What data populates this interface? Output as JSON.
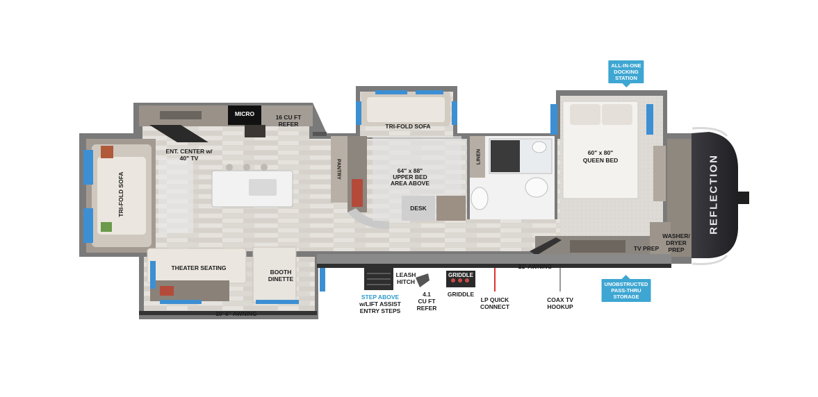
{
  "floorplan": {
    "brand": "REFLECTION",
    "labels": {
      "micro": "MICRO",
      "refer16_l1": "16 CU FT",
      "refer16_l2": "REFER",
      "ent_l1": "ENT. CENTER w/",
      "ent_l2": "40\" TV",
      "trifold_left": "TRI-FOLD SOFA",
      "pantry": "PANTRY",
      "trifold_top": "TRI-FOLD SOFA",
      "upper_l1": "64\" x 88\"",
      "upper_l2": "UPPER BED",
      "upper_l3": "AREA ABOVE",
      "desk": "DESK",
      "linen": "LINEN",
      "queen_l1": "60\" x 80\"",
      "queen_l2": "QUEEN BED",
      "tvprep": "TV PREP",
      "washer_l1": "WASHER/",
      "washer_l2": "DRYER",
      "washer_l3": "PREP",
      "theater": "THEATER SEATING",
      "booth_l1": "BOOTH",
      "booth_l2": "DINETTE",
      "awning_bottom": "10' 6\" AWNING",
      "awning_main": "21' AWNING",
      "leash_l1": "LEASH",
      "leash_l2": "HITCH",
      "step_l1": "STEP ABOVE",
      "step_l2": "w/LIFT ASSIST",
      "step_l3": "ENTRY STEPS",
      "refer41_l1": "4.1",
      "refer41_l2": "CU FT",
      "refer41_l3": "REFER",
      "griddle": "GRIDDLE",
      "griddle_panel": "GRIDDLE",
      "lp_l1": "LP QUICK",
      "lp_l2": "CONNECT",
      "coax_l1": "COAX TV",
      "coax_l2": "HOOKUP"
    },
    "callouts": {
      "docking_l1": "ALL-IN-ONE",
      "docking_l2": "DOCKING",
      "docking_l3": "STATION",
      "storage_l1": "UNOBSTRUCTED",
      "storage_l2": "PASS-THRU",
      "storage_l3": "STORAGE"
    },
    "colors": {
      "wall": "#7b7b7b",
      "floor": "#e4e1dc",
      "cabinet": "#8c8680",
      "window": "#3c8fd3",
      "callout": "#3ea6d2",
      "accent_blue": "#2a9bc9",
      "cap": "#2d2d31",
      "lp_pipe": "#d33"
    }
  }
}
